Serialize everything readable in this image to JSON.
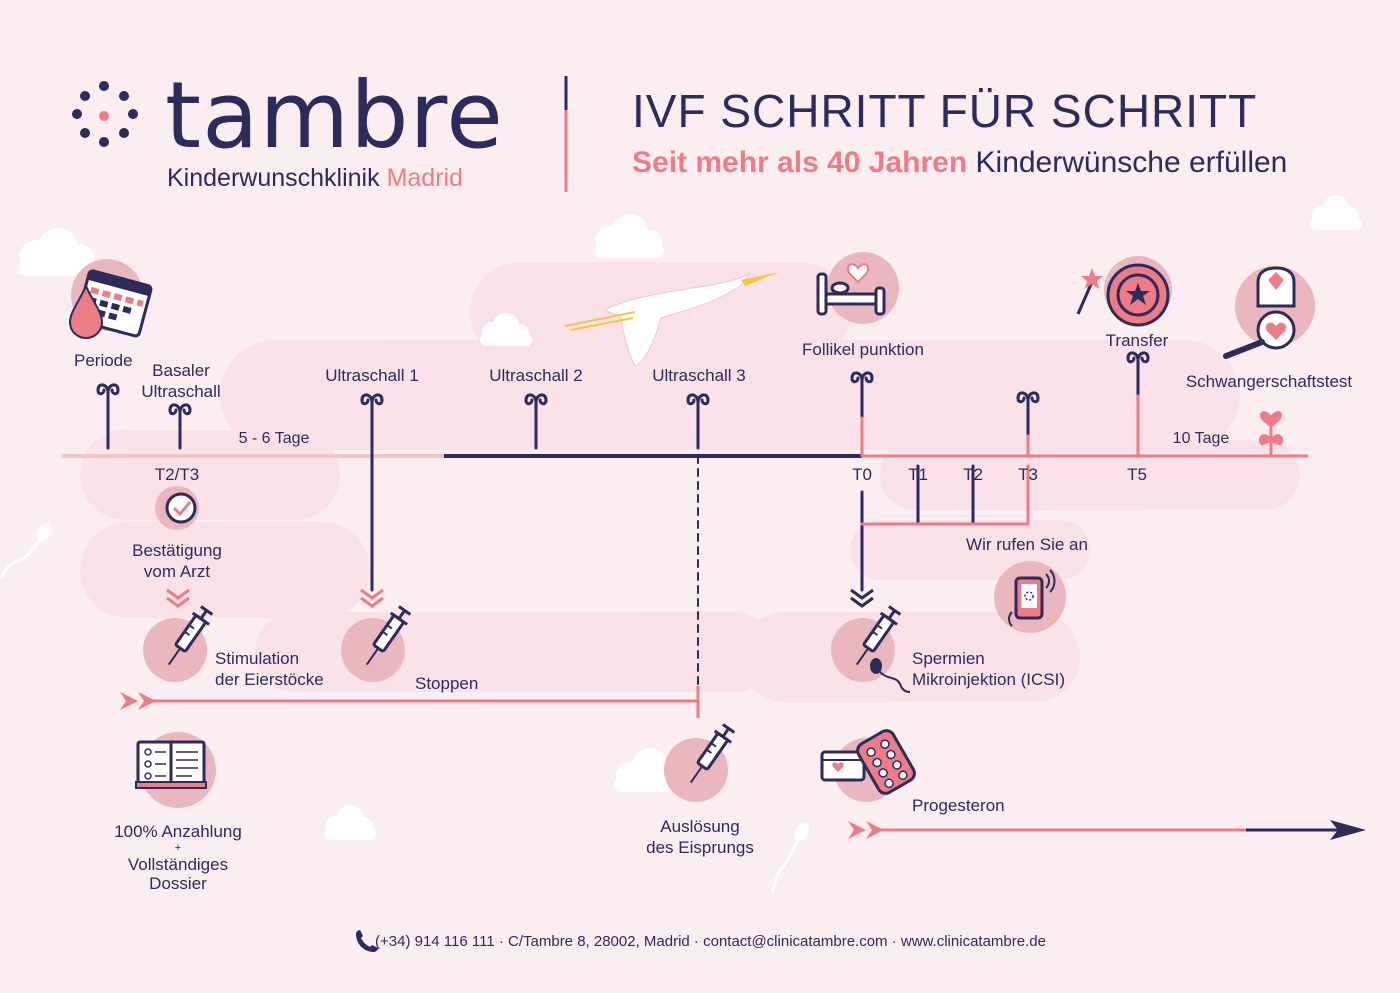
{
  "header": {
    "brand": "tambre",
    "brand_sub_main": "Kinderwunschklinik",
    "brand_sub_accent": "Madrid",
    "title": "IVF SCHRITT FÜR SCHRITT",
    "subtitle_accent": "Seit mehr als 40 Jahren",
    "subtitle_rest": "Kinderwünsche erfüllen"
  },
  "steps": {
    "periode": "Periode",
    "basaler_1": "Basaler",
    "basaler_2": "Ultraschall",
    "ultraschall1": "Ultraschall 1",
    "ultraschall2": "Ultraschall 2",
    "ultraschall3": "Ultraschall 3",
    "follikel": "Follikel punktion",
    "transfer": "Transfer",
    "schwanger": "Schwangerschaftstest"
  },
  "timeline": {
    "tage_5_6": "5 - 6 Tage",
    "tage_10": "10 Tage",
    "t2t3": "T2/T3",
    "t0": "T0",
    "t1": "T1",
    "t2": "T2",
    "t3": "T3",
    "t5": "T5"
  },
  "lower": {
    "bestaetigung_1": "Bestätigung",
    "bestaetigung_2": "vom Arzt",
    "stimulation_1": "Stimulation",
    "stimulation_2": "der Eierstöcke",
    "stoppen": "Stoppen",
    "wir_rufen": "Wir rufen Sie an",
    "spermien_1": "Spermien",
    "spermien_2": "Mikroinjektion (ICSI)",
    "anzahlung_1": "100% Anzahlung",
    "anzahlung_plus": "+",
    "anzahlung_2": "Vollständiges",
    "anzahlung_3": "Dossier",
    "ausloesung_1": "Auslösung",
    "ausloesung_2": "des Eisprungs",
    "progesteron": "Progesteron"
  },
  "footer": {
    "contact": "(+34) 914 116 111 · C/Tambre 8, 28002, Madrid · contact@clinicatambre.com · www.clinicatambre.de"
  },
  "colors": {
    "navy": "#2d2a5c",
    "coral": "#ee7c86",
    "pink_circle": "#eab7bf",
    "background": "#fbeef1"
  },
  "icons": [
    "calendar-icon",
    "blood-drop-icon",
    "check-icon",
    "syringe-icon",
    "stork-icon",
    "bed-icon",
    "heart-icon",
    "star-target-icon",
    "magic-wand-icon",
    "pregnancy-test-icon",
    "magnifier-icon",
    "phone-icon",
    "sperm-icon",
    "pill-pack-icon",
    "dossier-icon",
    "cloud-icon",
    "phone-footer-icon"
  ]
}
